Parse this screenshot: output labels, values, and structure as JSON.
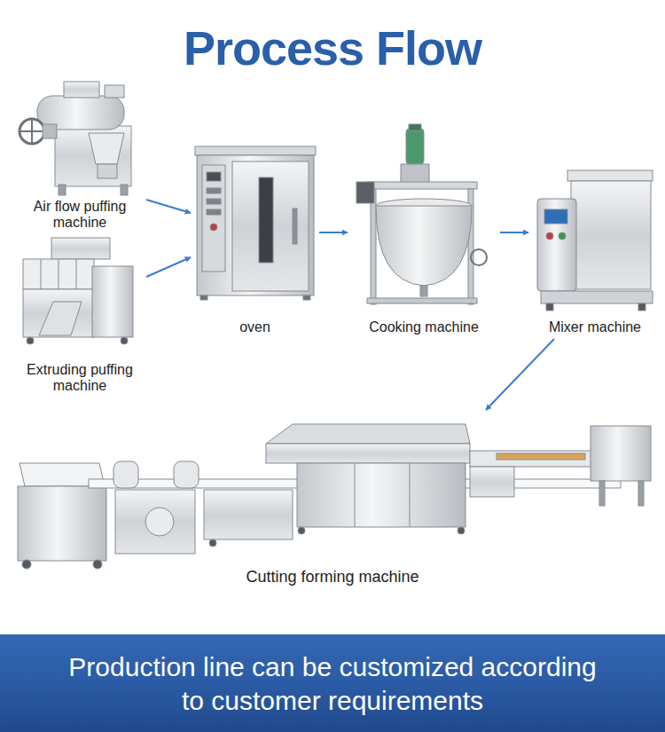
{
  "diagram": {
    "title": "Process Flow",
    "caption": "Production line can be customized according to customer requirements",
    "nodes": [
      {
        "text": [
          "Air flow puffing machine"
        ]
      },
      {
        "text": [
          "Extruding puffing machine"
        ]
      },
      {
        "text": [
          "oven"
        ]
      },
      {
        "text": [
          "Cooking machine"
        ]
      },
      {
        "text": [
          "Mixer machine"
        ]
      },
      {
        "text": [
          "Cutting forming machine"
        ]
      }
    ],
    "edges": [
      {
        "from": 0,
        "to": 2,
        "arrow": "to"
      },
      {
        "from": 1,
        "to": 2,
        "arrow": "to"
      },
      {
        "from": 2,
        "to": 3,
        "arrow": "to"
      },
      {
        "from": 3,
        "to": 4,
        "arrow": "to"
      },
      {
        "from": 4,
        "to": 5,
        "arrow": "to"
      }
    ]
  }
}
